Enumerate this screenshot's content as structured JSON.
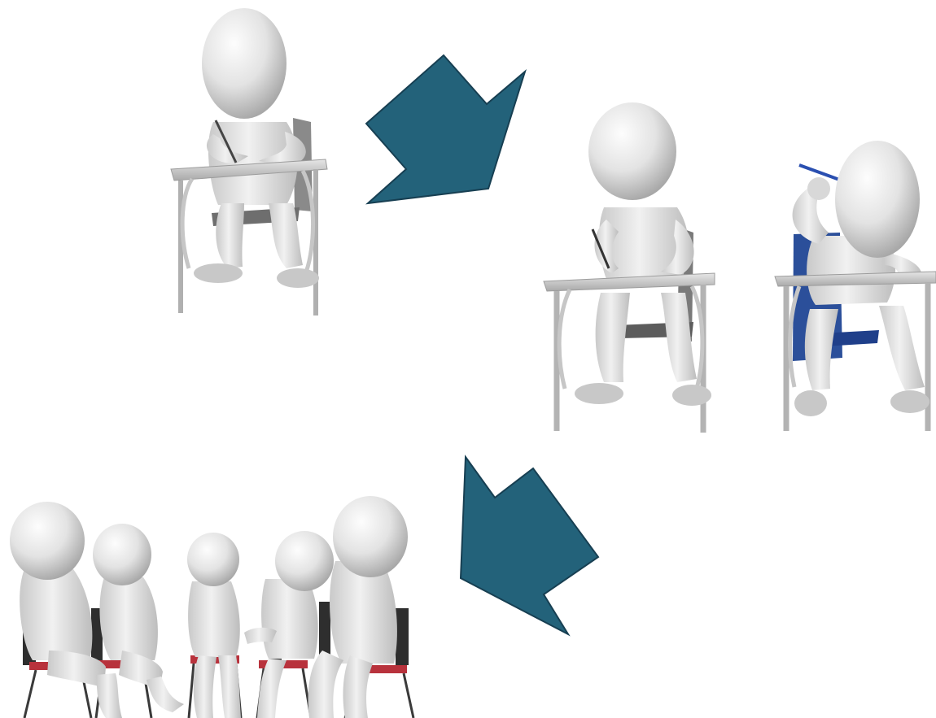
{
  "colors": {
    "background": "#ffffff",
    "arrow": "#23627a",
    "arrow_outline": "#173f52",
    "figure_light": "#f4f4f4",
    "figure_mid": "#d3d3d3",
    "figure_dark": "#9a9a9a",
    "desk": "#bfbfbf",
    "chair_seat_blue": "#1f3f8a",
    "chair_seat_red": "#b8323c",
    "pencil": "#2a4fb0"
  },
  "icons": [
    "student-writing-at-desk",
    "student-pair-at-desks",
    "students-discussion-circle",
    "flow-arrow"
  ]
}
